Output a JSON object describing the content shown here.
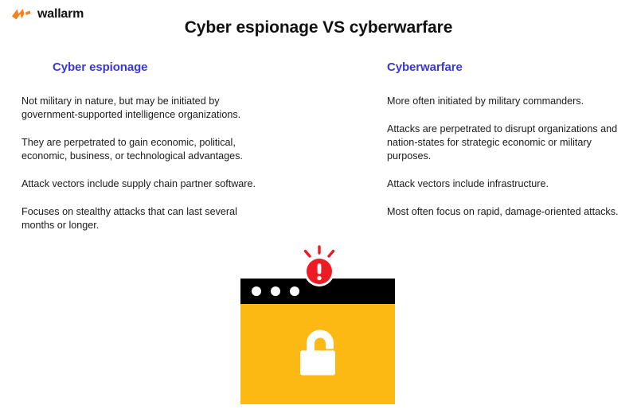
{
  "brand": {
    "name": "wallarm",
    "logo_icon": "wallarm-lightning-logo",
    "logo_color": "#F5821F"
  },
  "header": {
    "title": "Cyber espionage VS cyberwarfare",
    "title_color": "#111111"
  },
  "theme": {
    "heading_color": "#3B38D8",
    "body_text_color": "#1A1A1A",
    "accent_yellow": "#FCB813",
    "alert_red": "#ED1C24",
    "titlebar_black": "#000000",
    "background": "#FFFFFF"
  },
  "columns": [
    {
      "heading": "Cyber espionage",
      "paragraphs": [
        "Not military in nature, but may be initiated by government-supported intelligence organizations.",
        "They are perpetrated to gain economic, political, economic, business, or technological advantages.",
        "Attack vectors include supply chain partner software.",
        "Focuses on stealthy attacks that can last several months or longer."
      ]
    },
    {
      "heading": "Cyberwarfare",
      "paragraphs": [
        "More often initiated by military commanders.",
        "Attacks are perpetrated to disrupt organizations and nation-states for strategic economic or military purposes.",
        "Attack vectors include infrastructure.",
        "Most often focus on rapid, damage-oriented attacks."
      ]
    }
  ],
  "illustration": {
    "name": "browser-window-breach-illustration",
    "window_dots_count": 3,
    "body_icon": "open-padlock-icon",
    "badge_icon": "alert-exclamation-icon",
    "badge_symbol": "!"
  }
}
